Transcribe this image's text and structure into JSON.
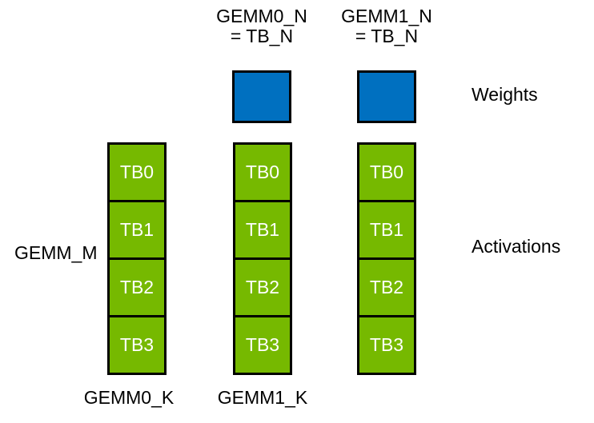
{
  "top_labels": [
    {
      "line1": "GEMM0_N",
      "line2": "= TB_N"
    },
    {
      "line1": "GEMM1_N",
      "line2": "= TB_N"
    }
  ],
  "side_labels": {
    "gemm_m": "GEMM_M",
    "weights": "Weights",
    "activations": "Activations"
  },
  "bottom_labels": [
    "GEMM0_K",
    "GEMM1_K"
  ],
  "columns": [
    {
      "cells": [
        "TB0",
        "TB1",
        "TB2",
        "TB3"
      ]
    },
    {
      "cells": [
        "TB0",
        "TB1",
        "TB2",
        "TB3"
      ]
    },
    {
      "cells": [
        "TB0",
        "TB1",
        "TB2",
        "TB3"
      ]
    }
  ],
  "colors": {
    "activation_green": "#76B900",
    "weight_blue": "#0070C0",
    "outline_black": "#000000",
    "cell_text_white": "#FFFFFF",
    "label_text_black": "#000000",
    "background_white": "#FFFFFF"
  }
}
